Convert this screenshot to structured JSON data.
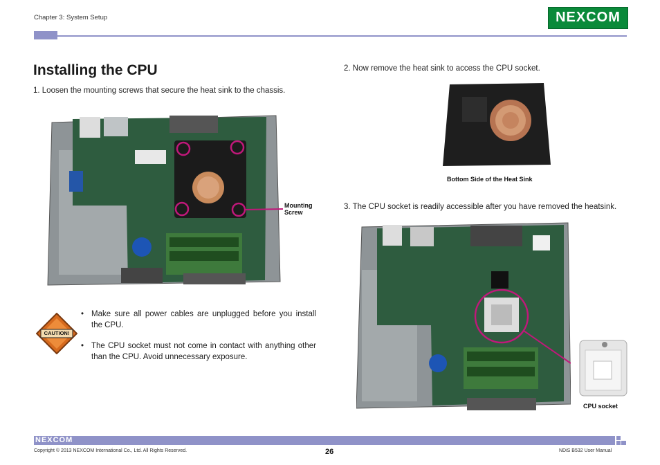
{
  "header": {
    "chapter": "Chapter 3: System Setup",
    "logo": "NEXCOM"
  },
  "title": "Installing the CPU",
  "steps": {
    "step1": "1.  Loosen the mounting screws that secure the heat sink to the chassis.",
    "step2": "2.  Now remove the heat sink to access the CPU socket.",
    "step3": "3.  The CPU socket is readily accessible after you have removed the heatsink."
  },
  "captions": {
    "mounting_screw": [
      "Mounting",
      "Screw"
    ],
    "heatsink_bottom": "Bottom Side of the Heat Sink",
    "cpu_socket": "CPU socket"
  },
  "caution": {
    "label": "CAUTION!",
    "bullets": [
      "Make sure all power cables are unplugged before you install the CPU.",
      "The CPU socket must not come in contact with anything other than the CPU. Avoid unnecessary exposure."
    ]
  },
  "footer": {
    "logo": "NEXCOM",
    "copyright": "Copyright © 2013 NEXCOM International Co., Ltd. All Rights Reserved.",
    "page": "26",
    "manual": "NDiS B532 User Manual"
  },
  "colors": {
    "accent": "#8f92c8",
    "logo_green": "#0a8a3a",
    "highlight": "#c0187a"
  }
}
